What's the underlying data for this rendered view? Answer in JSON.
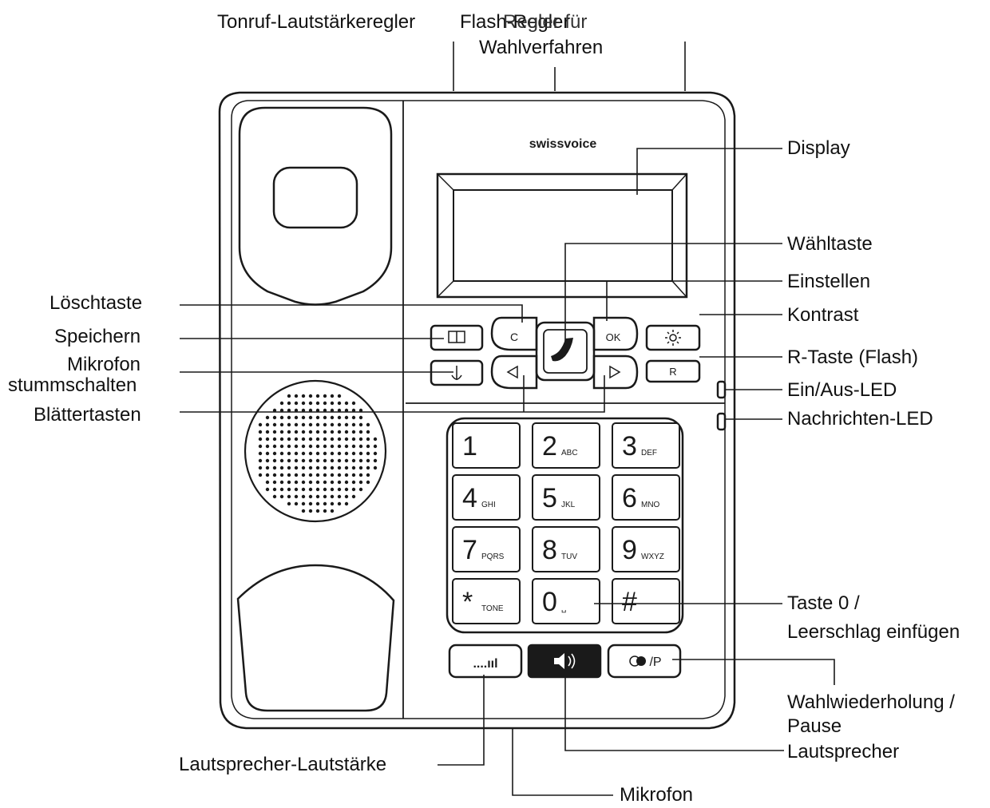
{
  "brand": "swissvoice",
  "labels": {
    "top_left": "Tonruf-Lautstärkeregler",
    "top_mid_a": "Flash-Regler",
    "top_mid_b": "Regler für",
    "top_mid_c": "Wahlverfahren",
    "loeschtaste": "Löschtaste",
    "speichern": "Speichern",
    "mikrofon_stumm_1": "Mikrofon",
    "mikrofon_stumm_2": "stummschalten",
    "blaettertasten": "Blättertasten",
    "display": "Display",
    "waehltaste": "Wähltaste",
    "einstellen": "Einstellen",
    "kontrast": "Kontrast",
    "r_taste": "R-Taste (Flash)",
    "ein_aus_led": "Ein/Aus-LED",
    "nachrichten_led": "Nachrichten-LED",
    "taste0_1": "Taste 0 /",
    "taste0_2": "Leerschlag einfügen",
    "wahlwiederholung_1": "Wahlwiederholung /",
    "wahlwiederholung_2": "Pause",
    "lautsprecher": "Lautsprecher",
    "lautsprecher_lautstaerke": "Lautsprecher-Lautstärke",
    "mikrofon": "Mikrofon"
  },
  "keys": {
    "c": "C",
    "ok": "OK",
    "r": "R",
    "redial": "/P",
    "volume": "....ııl",
    "keypad": [
      {
        "digit": "1",
        "sub": ""
      },
      {
        "digit": "2",
        "sub": "ABC"
      },
      {
        "digit": "3",
        "sub": "DEF"
      },
      {
        "digit": "4",
        "sub": "GHI"
      },
      {
        "digit": "5",
        "sub": "JKL"
      },
      {
        "digit": "6",
        "sub": "MNO"
      },
      {
        "digit": "7",
        "sub": "PQRS"
      },
      {
        "digit": "8",
        "sub": "TUV"
      },
      {
        "digit": "9",
        "sub": "WXYZ"
      },
      {
        "digit": "*",
        "sub": "TONE"
      },
      {
        "digit": "0",
        "sub": "␣"
      },
      {
        "digit": "#",
        "sub": ""
      }
    ]
  }
}
